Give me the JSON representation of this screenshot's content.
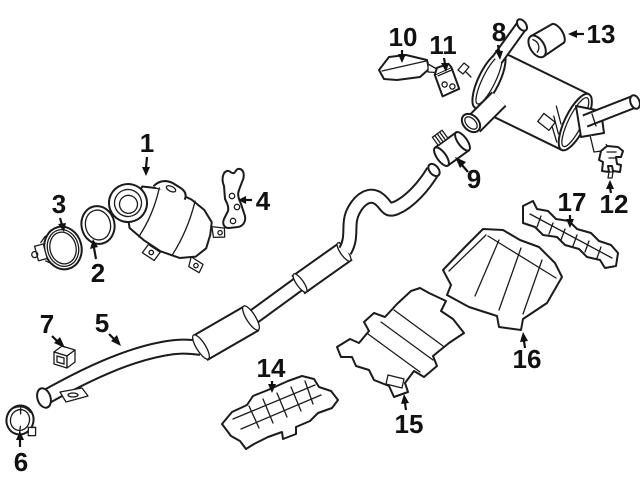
{
  "diagram": {
    "title": "exhaust-system-parts-diagram",
    "background_color": "#ffffff",
    "line_color": "#1b1b1b",
    "label_color": "#111111",
    "parts": [
      {
        "num": "1",
        "name": "catalytic-converter"
      },
      {
        "num": "2",
        "name": "exhaust-gasket-ring"
      },
      {
        "num": "3",
        "name": "v-band-clamp"
      },
      {
        "num": "4",
        "name": "support-bracket"
      },
      {
        "num": "5",
        "name": "center-exhaust-pipe"
      },
      {
        "num": "6",
        "name": "pipe-clamp"
      },
      {
        "num": "7",
        "name": "mount-block"
      },
      {
        "num": "8",
        "name": "rear-muffler"
      },
      {
        "num": "9",
        "name": "muffler-clamp"
      },
      {
        "num": "10",
        "name": "bracket-plate"
      },
      {
        "num": "11",
        "name": "hanger-bracket"
      },
      {
        "num": "12",
        "name": "rubber-hanger"
      },
      {
        "num": "13",
        "name": "exhaust-tip"
      },
      {
        "num": "14",
        "name": "heat-shield-front"
      },
      {
        "num": "15",
        "name": "heat-shield-center"
      },
      {
        "num": "16",
        "name": "heat-shield-rear"
      },
      {
        "num": "17",
        "name": "heat-shield-crossmember"
      }
    ]
  }
}
